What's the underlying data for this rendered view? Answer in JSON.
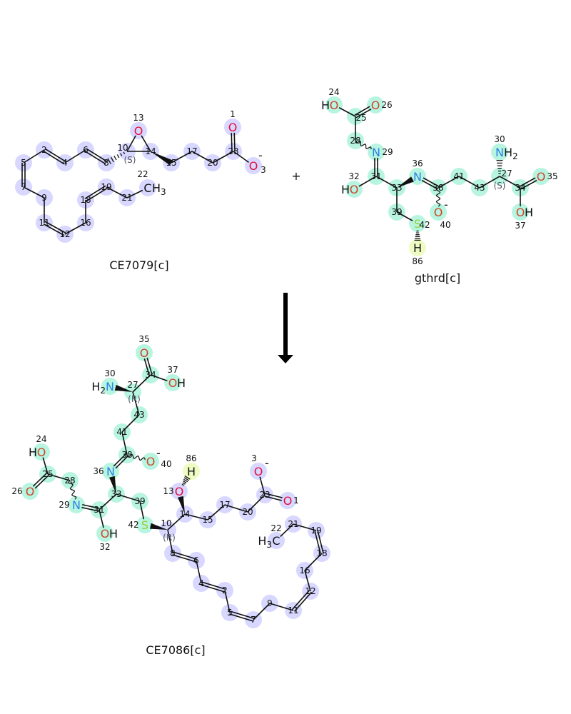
{
  "reaction": {
    "plus_sign": "+",
    "colors": {
      "highlight_substrate": "#d7d7ff",
      "highlight_gthrd": "#b8f5e1",
      "highlight_h": "#eefcc4",
      "oxygen": "#e0103a",
      "oxygen_alt": "#d0442a",
      "nitrogen": "#2a82e6",
      "sulfur": "#9acd32",
      "bond": "#111111"
    },
    "molecules": [
      {
        "name": "CE7079[c]",
        "highlight": "#d7d7ff",
        "atoms": [
          {
            "id": 1,
            "el": "O"
          },
          {
            "id": 2,
            "el": "C"
          },
          {
            "id": 3,
            "el": "O",
            "charge": "-"
          },
          {
            "id": 4,
            "el": "C"
          },
          {
            "id": 5,
            "el": "C"
          },
          {
            "id": 6,
            "el": "C"
          },
          {
            "id": 7,
            "el": "C"
          },
          {
            "id": 8,
            "el": "C"
          },
          {
            "id": 9,
            "el": "C"
          },
          {
            "id": 10,
            "el": "C",
            "stereo": "(S)"
          },
          {
            "id": 11,
            "el": "C"
          },
          {
            "id": 12,
            "el": "C"
          },
          {
            "id": 13,
            "el": "O"
          },
          {
            "id": 14,
            "el": "C"
          },
          {
            "id": 15,
            "el": "C"
          },
          {
            "id": 16,
            "el": "C"
          },
          {
            "id": 17,
            "el": "C"
          },
          {
            "id": 18,
            "el": "C"
          },
          {
            "id": 19,
            "el": "C"
          },
          {
            "id": 20,
            "el": "C"
          },
          {
            "id": 21,
            "el": "C"
          },
          {
            "id": 22,
            "el": "C",
            "hs": "H",
            "sub": "3",
            "side": "R",
            "show": true
          },
          {
            "id": 23,
            "el": "C"
          }
        ],
        "bonds": [
          [
            5,
            7,
            "double"
          ],
          [
            5,
            2,
            "single"
          ],
          [
            2,
            4,
            "double"
          ],
          [
            4,
            6,
            "single"
          ],
          [
            6,
            8,
            "double"
          ],
          [
            10,
            8,
            "hash"
          ],
          [
            10,
            13,
            "single"
          ],
          [
            13,
            14,
            "single"
          ],
          [
            10,
            14,
            "single"
          ],
          [
            14,
            15,
            "wedge"
          ],
          [
            15,
            17,
            "single"
          ],
          [
            17,
            20,
            "single"
          ],
          [
            20,
            23,
            "single"
          ],
          [
            23,
            1,
            "double"
          ],
          [
            23,
            3,
            "single"
          ],
          [
            7,
            9,
            "single"
          ],
          [
            9,
            11,
            "single"
          ],
          [
            11,
            12,
            "double"
          ],
          [
            12,
            16,
            "single"
          ],
          [
            16,
            18,
            "single"
          ],
          [
            18,
            19,
            "double"
          ],
          [
            19,
            21,
            "single"
          ],
          [
            21,
            22,
            "single"
          ]
        ]
      },
      {
        "name": "gthrd[c]",
        "highlight": "#b8f5e1",
        "atoms": [
          {
            "id": 24,
            "el": "O",
            "hs": "H",
            "side": "L"
          },
          {
            "id": 25,
            "el": "C"
          },
          {
            "id": 26,
            "el": "O"
          },
          {
            "id": 28,
            "el": "C"
          },
          {
            "id": 29,
            "el": "N"
          },
          {
            "id": 31,
            "el": "C"
          },
          {
            "id": 32,
            "el": "O",
            "hs": "H",
            "side": "L"
          },
          {
            "id": 33,
            "el": "C"
          },
          {
            "id": 36,
            "el": "N"
          },
          {
            "id": 38,
            "el": "C"
          },
          {
            "id": 40,
            "el": "O",
            "charge": "-"
          },
          {
            "id": 41,
            "el": "C"
          },
          {
            "id": 43,
            "el": "C"
          },
          {
            "id": 27,
            "el": "C",
            "stereo": "(S)"
          },
          {
            "id": 30,
            "el": "N",
            "hs": "H",
            "sub": "2",
            "side": "R"
          },
          {
            "id": 34,
            "el": "C"
          },
          {
            "id": 35,
            "el": "O"
          },
          {
            "id": 37,
            "el": "O",
            "hs": "H",
            "side": "R"
          },
          {
            "id": 39,
            "el": "C"
          },
          {
            "id": 42,
            "el": "S"
          },
          {
            "id": 86,
            "el": "H",
            "hl": "#eefcc4"
          }
        ],
        "bonds": [
          [
            24,
            25,
            "single"
          ],
          [
            25,
            26,
            "double"
          ],
          [
            25,
            28,
            "single"
          ],
          [
            28,
            29,
            "wavy"
          ],
          [
            29,
            31,
            "double"
          ],
          [
            31,
            32,
            "single"
          ],
          [
            31,
            33,
            "single"
          ],
          [
            33,
            36,
            "wedge"
          ],
          [
            36,
            38,
            "double"
          ],
          [
            38,
            40,
            "wavy"
          ],
          [
            38,
            41,
            "single"
          ],
          [
            41,
            43,
            "single"
          ],
          [
            43,
            27,
            "single"
          ],
          [
            27,
            30,
            "hash"
          ],
          [
            27,
            34,
            "single"
          ],
          [
            34,
            35,
            "double"
          ],
          [
            34,
            37,
            "single"
          ],
          [
            33,
            39,
            "single"
          ],
          [
            39,
            42,
            "single"
          ],
          [
            42,
            86,
            "hash"
          ]
        ]
      },
      {
        "name": "CE7086[c]",
        "highlight": "#d7d7ff",
        "atoms": [
          {
            "id": 35,
            "el": "O",
            "hl": "#b8f5e1"
          },
          {
            "id": 34,
            "el": "C",
            "hl": "#b8f5e1"
          },
          {
            "id": 37,
            "el": "O",
            "hs": "H",
            "side": "R",
            "hl": "#b8f5e1"
          },
          {
            "id": 27,
            "el": "C",
            "stereo": "(R)",
            "hl": "#b8f5e1"
          },
          {
            "id": 30,
            "el": "N",
            "hs": "H",
            "sub": "2",
            "side": "L",
            "hl": "#b8f5e1"
          },
          {
            "id": 43,
            "el": "C",
            "hl": "#b8f5e1"
          },
          {
            "id": 41,
            "el": "C",
            "hl": "#b8f5e1"
          },
          {
            "id": 38,
            "el": "C",
            "hl": "#b8f5e1"
          },
          {
            "id": 40,
            "el": "O",
            "charge": "-",
            "hl": "#b8f5e1"
          },
          {
            "id": 36,
            "el": "N",
            "hl": "#b8f5e1"
          },
          {
            "id": 33,
            "el": "C",
            "hl": "#b8f5e1"
          },
          {
            "id": 31,
            "el": "C",
            "hl": "#b8f5e1"
          },
          {
            "id": 29,
            "el": "N",
            "hl": "#b8f5e1"
          },
          {
            "id": 32,
            "el": "O",
            "hs": "H",
            "side": "R",
            "hl": "#b8f5e1"
          },
          {
            "id": 28,
            "el": "C",
            "hl": "#b8f5e1"
          },
          {
            "id": 25,
            "el": "C",
            "hl": "#b8f5e1"
          },
          {
            "id": 24,
            "el": "O",
            "hs": "H",
            "side": "L",
            "hl": "#b8f5e1"
          },
          {
            "id": 26,
            "el": "O",
            "hl": "#b8f5e1"
          },
          {
            "id": 39,
            "el": "C",
            "hl": "#b8f5e1"
          },
          {
            "id": 42,
            "el": "S",
            "hl": "#b8f5e1"
          },
          {
            "id": 10,
            "el": "C",
            "stereo": "(R)"
          },
          {
            "id": 14,
            "el": "C"
          },
          {
            "id": 13,
            "el": "O"
          },
          {
            "id": 86,
            "el": "H",
            "hl": "#eefcc4"
          },
          {
            "id": 15,
            "el": "C"
          },
          {
            "id": 17,
            "el": "C"
          },
          {
            "id": 20,
            "el": "C"
          },
          {
            "id": 23,
            "el": "C"
          },
          {
            "id": 3,
            "el": "O",
            "charge": "-"
          },
          {
            "id": 1,
            "el": "O"
          },
          {
            "id": 8,
            "el": "C"
          },
          {
            "id": 6,
            "el": "C"
          },
          {
            "id": 4,
            "el": "C"
          },
          {
            "id": 2,
            "el": "C"
          },
          {
            "id": 5,
            "el": "C"
          },
          {
            "id": 7,
            "el": "C"
          },
          {
            "id": 9,
            "el": "C"
          },
          {
            "id": 11,
            "el": "C"
          },
          {
            "id": 12,
            "el": "C"
          },
          {
            "id": 16,
            "el": "C"
          },
          {
            "id": 18,
            "el": "C"
          },
          {
            "id": 19,
            "el": "C"
          },
          {
            "id": 21,
            "el": "C"
          },
          {
            "id": 22,
            "el": "C",
            "hs": "H",
            "sub": "3",
            "side": "L",
            "show": true
          }
        ],
        "bonds": [
          [
            35,
            34,
            "double"
          ],
          [
            34,
            37,
            "single"
          ],
          [
            34,
            27,
            "single"
          ],
          [
            27,
            30,
            "wedge"
          ],
          [
            27,
            43,
            "single"
          ],
          [
            43,
            41,
            "single"
          ],
          [
            41,
            38,
            "single"
          ],
          [
            38,
            36,
            "double"
          ],
          [
            38,
            40,
            "wavy"
          ],
          [
            36,
            33,
            "wedgeRev"
          ],
          [
            33,
            31,
            "single"
          ],
          [
            31,
            29,
            "double"
          ],
          [
            31,
            32,
            "single"
          ],
          [
            29,
            28,
            "wavy"
          ],
          [
            28,
            25,
            "single"
          ],
          [
            25,
            24,
            "single"
          ],
          [
            25,
            26,
            "double"
          ],
          [
            33,
            39,
            "single"
          ],
          [
            39,
            42,
            "single"
          ],
          [
            42,
            10,
            "wedgeRev"
          ],
          [
            10,
            14,
            "single"
          ],
          [
            14,
            13,
            "wedge"
          ],
          [
            13,
            86,
            "hash"
          ],
          [
            14,
            15,
            "single"
          ],
          [
            15,
            17,
            "single"
          ],
          [
            17,
            20,
            "single"
          ],
          [
            20,
            23,
            "single"
          ],
          [
            23,
            3,
            "single"
          ],
          [
            23,
            1,
            "double"
          ],
          [
            10,
            8,
            "single"
          ],
          [
            8,
            6,
            "double"
          ],
          [
            6,
            4,
            "single"
          ],
          [
            4,
            2,
            "double"
          ],
          [
            2,
            5,
            "single"
          ],
          [
            5,
            7,
            "double"
          ],
          [
            7,
            9,
            "single"
          ],
          [
            9,
            11,
            "single"
          ],
          [
            11,
            12,
            "double"
          ],
          [
            12,
            16,
            "single"
          ],
          [
            16,
            18,
            "single"
          ],
          [
            18,
            19,
            "double"
          ],
          [
            19,
            21,
            "single"
          ],
          [
            21,
            22,
            "single"
          ]
        ]
      }
    ]
  }
}
